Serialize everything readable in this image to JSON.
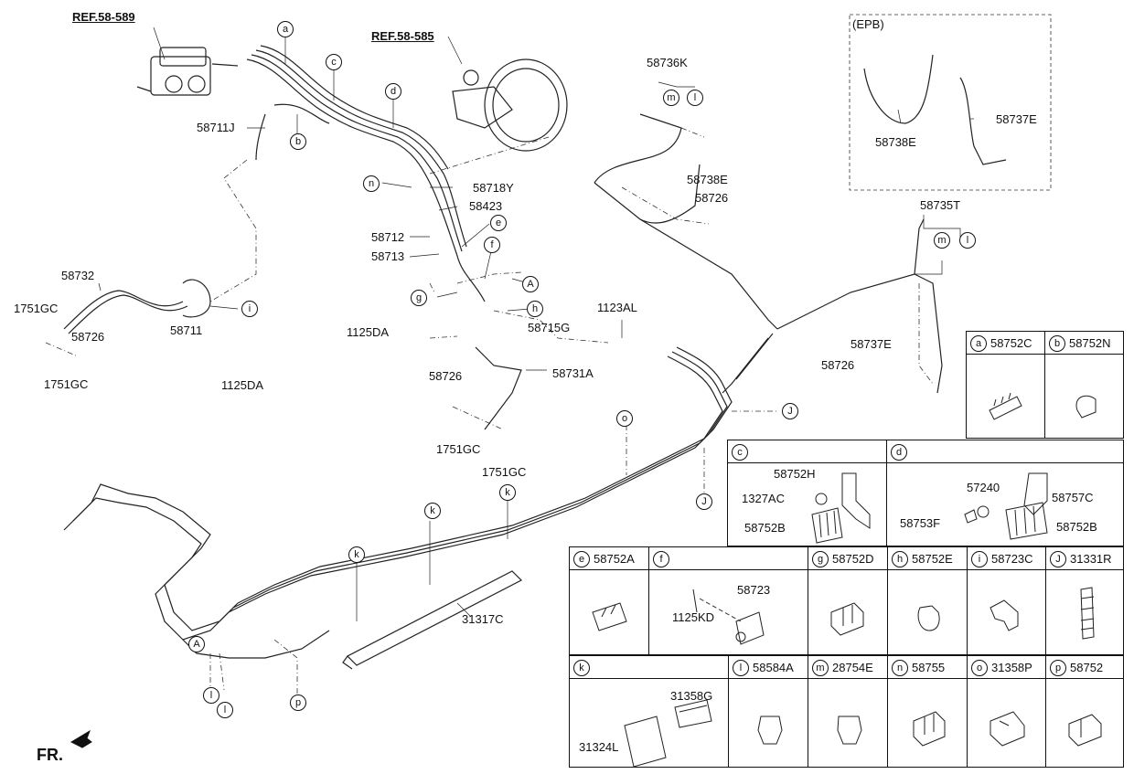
{
  "refs": {
    "ref1": "REF.58-589",
    "ref2": "REF.58-585",
    "epb": "(EPB)"
  },
  "circle_letters": {
    "a": "a",
    "b": "b",
    "c": "c",
    "d": "d",
    "e": "e",
    "f": "f",
    "g": "g",
    "h": "h",
    "i": "i",
    "j": "J",
    "k": "k",
    "l": "l",
    "m": "m",
    "n": "n",
    "o": "o",
    "p": "p",
    "A": "A"
  },
  "parts": {
    "p58711J": "58711J",
    "p58736K": "58736K",
    "p58738E": "58738E",
    "p58737E": "58737E",
    "p58718Y": "58718Y",
    "p58423": "58423",
    "p58712": "58712",
    "p58713": "58713",
    "p58726": "58726",
    "p58735T": "58735T",
    "p58732": "58732",
    "p1751GC": "1751GC",
    "p58711": "58711",
    "p1125DA": "1125DA",
    "p58715G": "58715G",
    "p1123AL": "1123AL",
    "p58731A": "58731A",
    "p31317C": "31317C",
    "p58752H": "58752H",
    "p1327AC": "1327AC",
    "p58752B": "58752B",
    "p57240": "57240",
    "p58757C": "58757C",
    "p58753F": "58753F",
    "p1125KD": "1125KD",
    "p58723": "58723",
    "p31358G": "31358G",
    "p31324L": "31324L"
  },
  "legend": {
    "a": "58752C",
    "b": "58752N",
    "e": "58752A",
    "g": "58752D",
    "h": "58752E",
    "i": "58723C",
    "J": "31331R",
    "l": "58584A",
    "m": "28754E",
    "n": "58755",
    "o": "31358P",
    "p": "58752"
  },
  "fr_label": "FR."
}
